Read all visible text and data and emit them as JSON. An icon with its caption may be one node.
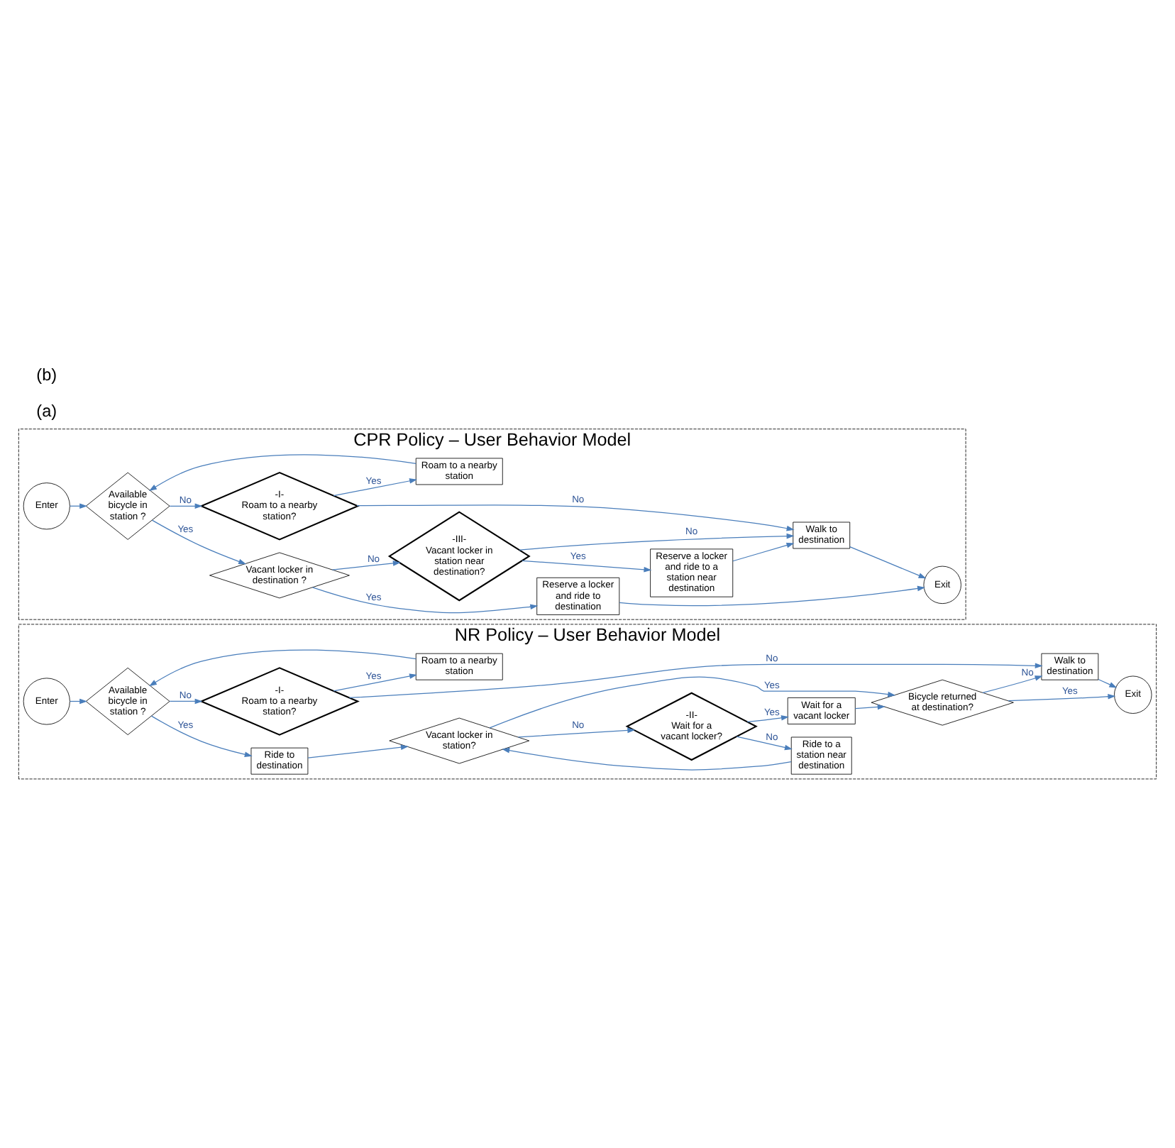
{
  "diagram": {
    "nodes": [
      {
        "text": [
          "NR Policy – User Behavior Model"
        ]
      },
      {
        "text": [
          "Enter"
        ],
        "in": 0
      },
      {
        "text": [
          "Available bicycle in station ?"
        ],
        "in": 0
      },
      {
        "text": [
          "Ride to destination"
        ],
        "in": 0
      },
      {
        "text": [
          "Ride to a station near destination"
        ],
        "in": 0
      },
      {
        "text": [
          "Wait for a vacant locker"
        ],
        "in": 0
      },
      {
        "text": [
          "-I-",
          "Roam to a nearby station?"
        ],
        "in": 0
      },
      {
        "text": [
          "Vacant locker in station?"
        ],
        "in": 0
      },
      {
        "text": [
          "-II-",
          "Wait for a vacant locker?"
        ],
        "in": 0
      },
      {
        "text": [
          "Bicycle returned at destination?"
        ],
        "in": 0
      },
      {
        "text": [
          "Exit"
        ],
        "in": 0
      },
      {
        "text": [
          "Roam to a nearby station"
        ],
        "in": 0
      },
      {
        "text": [
          "Walk to destination"
        ],
        "in": 0
      },
      {
        "text": [
          "CPR Policy – User Behavior Model"
        ]
      },
      {
        "text": [
          "Enter"
        ],
        "in": 13
      },
      {
        "text": [
          "Available bicycle in station ?"
        ],
        "in": 13
      },
      {
        "text": [
          "Vacant locker in destination ?"
        ],
        "in": 13
      },
      {
        "text": [
          "Reserve a locker and ride to destination"
        ],
        "in": 13
      },
      {
        "text": [
          "-III-",
          "Vacant locker in station near destination?"
        ],
        "in": 13
      },
      {
        "text": [
          "Reserve a locker and ride to a station near destination"
        ],
        "in": 13
      },
      {
        "text": [
          "-I-",
          "Roam to a nearby station?"
        ],
        "in": 13
      },
      {
        "text": [
          "Exit"
        ],
        "in": 13
      },
      {
        "text": [
          "Roam to a nearby station"
        ],
        "in": 13
      },
      {
        "text": [
          "Walk to destination"
        ],
        "in": 13
      }
    ],
    "edges": [
      {
        "from": 1,
        "to": 2,
        "arrow": "to"
      },
      {
        "from": 2,
        "to": 3,
        "arrow": "to",
        "label": "Yes"
      },
      {
        "from": 2,
        "to": 6,
        "arrow": "to",
        "label": "No"
      },
      {
        "from": 3,
        "to": 7,
        "arrow": "to"
      },
      {
        "from": 4,
        "to": 7,
        "arrow": "to"
      },
      {
        "from": 6,
        "to": 11,
        "arrow": "to",
        "label": "Yes"
      },
      {
        "from": 6,
        "to": 12,
        "arrow": "to",
        "label": "No"
      },
      {
        "from": 11,
        "to": 2,
        "arrow": "to"
      },
      {
        "from": 7,
        "to": 8,
        "arrow": "to",
        "label": "No"
      },
      {
        "from": 7,
        "to": 9,
        "arrow": "to",
        "label": "Yes"
      },
      {
        "from": 8,
        "to": 4,
        "arrow": "to",
        "label": "No"
      },
      {
        "from": 8,
        "to": 5,
        "arrow": "to",
        "label": "Yes"
      },
      {
        "from": 5,
        "to": 9,
        "arrow": "to"
      },
      {
        "from": 9,
        "to": 10,
        "arrow": "to",
        "label": "Yes"
      },
      {
        "from": 9,
        "to": 12,
        "arrow": "to",
        "label": "No"
      },
      {
        "from": 12,
        "to": 10,
        "arrow": "to"
      },
      {
        "from": 14,
        "to": 15,
        "arrow": "to"
      },
      {
        "from": 15,
        "to": 16,
        "arrow": "to",
        "label": "Yes"
      },
      {
        "from": 15,
        "to": 20,
        "arrow": "to",
        "label": "No"
      },
      {
        "from": 16,
        "to": 17,
        "arrow": "to",
        "label": "Yes"
      },
      {
        "from": 16,
        "to": 18,
        "arrow": "to",
        "label": "No"
      },
      {
        "from": 17,
        "to": 21,
        "arrow": "to"
      },
      {
        "from": 18,
        "to": 19,
        "arrow": "to",
        "label": "Yes"
      },
      {
        "from": 18,
        "to": 23,
        "arrow": "to",
        "label": "No"
      },
      {
        "from": 19,
        "to": 23,
        "arrow": "to"
      },
      {
        "from": 20,
        "to": 22,
        "arrow": "to",
        "label": "Yes"
      },
      {
        "from": 20,
        "to": 23,
        "arrow": "to",
        "label": "No"
      },
      {
        "from": 22,
        "to": 15,
        "arrow": "to"
      },
      {
        "from": 23,
        "to": 21,
        "arrow": "to"
      }
    ],
    "labels": [
      "(a)",
      "(b)"
    ]
  }
}
